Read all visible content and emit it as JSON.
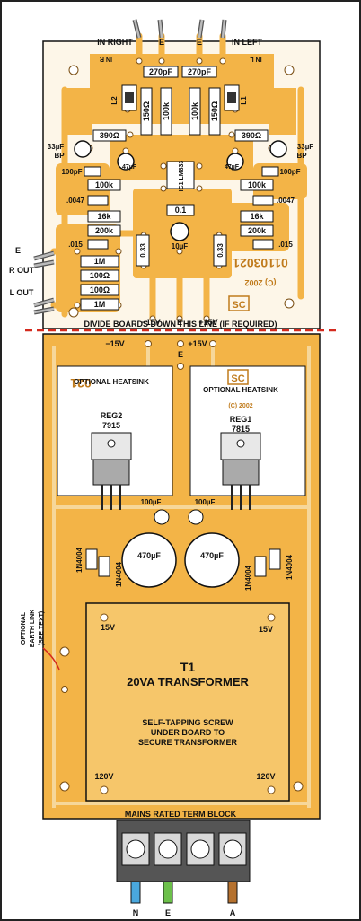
{
  "inputs": {
    "in_right": "IN RIGHT",
    "in_left": "IN LEFT",
    "e": "E",
    "in_r_silk": "IN R",
    "in_l_silk": "IN L"
  },
  "outputs": {
    "e": "E",
    "r_out": "R OUT",
    "l_out": "L OUT"
  },
  "caps": {
    "c270_l": "270pF",
    "c270_r": "270pF",
    "c33_l": "33µF",
    "c33_r": "33µF",
    "bp": "BP",
    "c47_l": "47µF",
    "c47_r": "47µF",
    "c100p_l": "100pF",
    "c100p_r": "100pF",
    "c0047_l": ".0047",
    "c0047_r": ".0047",
    "c015_l": ".015",
    "c015_r": ".015",
    "c033_l": "0.33",
    "c033_r": "0.33",
    "c01": "0.1",
    "c10u": "10µF",
    "c100u_l": "100µF",
    "c100u_r": "100µF",
    "c470_l": "470µF",
    "c470_r": "470µF"
  },
  "resistors": {
    "r150_l": "150Ω",
    "r100k_l": "100k",
    "r100k_r": "100k",
    "r150_r": "150Ω",
    "r390_l": "390Ω",
    "r390_r": "390Ω",
    "r100k_side_l": "100k",
    "r100k_side_r": "100k",
    "r16k_l": "16k",
    "r16k_r": "16k",
    "r200k_l": "200k",
    "r200k_r": "200k",
    "r1m_a": "1M",
    "r100_a": "100Ω",
    "r100_b": "100Ω",
    "r1m_b": "1M"
  },
  "inductors": {
    "l2": "L2",
    "l1": "L1"
  },
  "ic": {
    "label": "IC1 LM833"
  },
  "board": {
    "code_top": "01103021",
    "year_top": "(C) 2002",
    "logo": "SC",
    "code_bottom": "021",
    "year_bottom": "(C) 2002",
    "logo_bottom": "SC"
  },
  "rails": {
    "neg": "−15V",
    "e": "E",
    "pos": "+15V",
    "neg2": "−15V",
    "e2": "E",
    "pos2": "+15V"
  },
  "divider": {
    "text": "DIVIDE BOARDS DOWN THIS LINE (IF REQUIRED)"
  },
  "heatsinks": {
    "left": "OPTIONAL HEATSINK",
    "right": "OPTIONAL HEATSINK"
  },
  "regulators": {
    "reg2_name": "REG2",
    "reg2_part": "7915",
    "reg1_name": "REG1",
    "reg1_part": "7815"
  },
  "diodes": {
    "d1": "1N4004",
    "d2": "1N4004",
    "d3": "1N4004",
    "d4": "1N4004"
  },
  "transformer": {
    "t1": "T1",
    "title": "20VA TRANSFORMER",
    "screw_line1": "SELF-TAPPING SCREW",
    "screw_line2": "UNDER BOARD TO",
    "screw_line3": "SECURE TRANSFORMER",
    "v15_l": "15V",
    "v15_r": "15V",
    "v120_l": "120V",
    "v120_r": "120V"
  },
  "earth_link": {
    "line1": "OPTIONAL",
    "line2": "EARTH LINK",
    "line3": "(SEE TEXT)"
  },
  "terminal": {
    "title": "MAINS RATED TERM BLOCK",
    "n": "N",
    "e": "E",
    "a": "A"
  },
  "colors": {
    "board": "#f3b447",
    "track": "#f6d79a",
    "pad": "#ffffff",
    "silk": "#111111",
    "divider": "#d42a1e",
    "heatsink": "#ffffff",
    "mains_neutral": "#4aa8de",
    "mains_earth": "#6cc04a",
    "mains_active": "#b5712e"
  }
}
